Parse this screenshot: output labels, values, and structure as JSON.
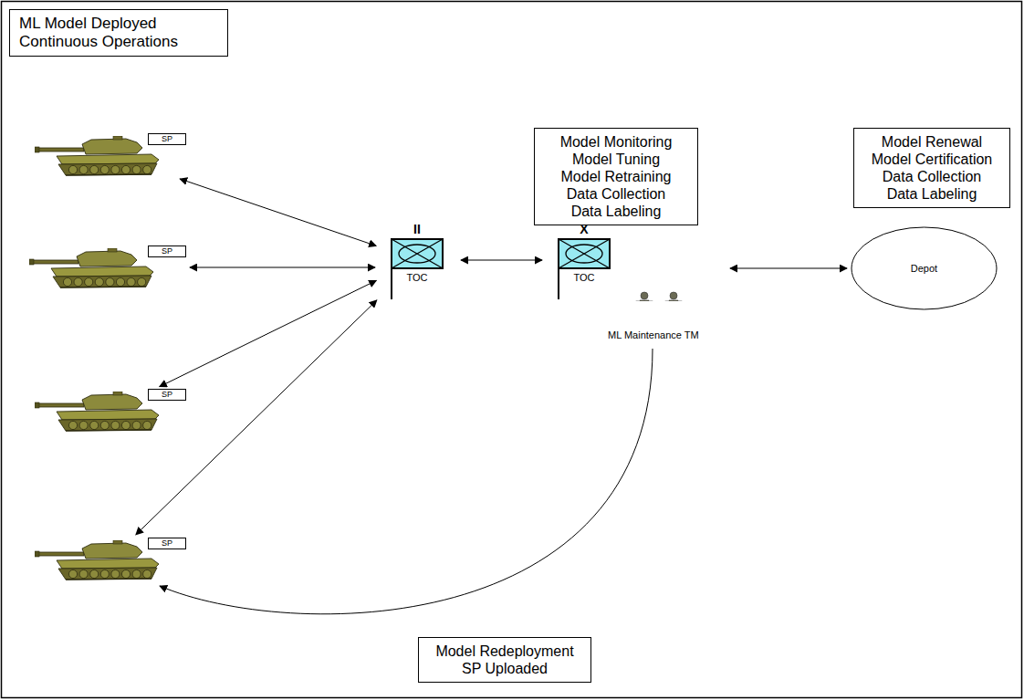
{
  "diagram": {
    "nodes": [
      {
        "text": [
          "ML Model Deployed",
          "Continuous Operations"
        ]
      },
      {
        "text": [
          "SP"
        ]
      },
      {
        "text": [
          "SP"
        ]
      },
      {
        "text": [
          "SP"
        ]
      },
      {
        "text": [
          "SP"
        ]
      },
      {
        "text": [
          "II",
          "TOC"
        ]
      },
      {
        "text": [
          "Model Monitoring",
          "Model Tuning",
          "Model Retraining",
          "Data Collection",
          "Data Labeling"
        ]
      },
      {
        "text": [
          "X",
          "TOC",
          "ML Maintenance TM"
        ]
      },
      {
        "text": [
          "Model Renewal",
          "Model Certification",
          "Data Collection",
          "Data Labeling"
        ]
      },
      {
        "text": [
          "Depot"
        ]
      },
      {
        "text": [
          "Model Redeployment",
          "SP Uploaded"
        ]
      }
    ],
    "edges": [
      {
        "from": 1,
        "to": 5,
        "arrow": "both"
      },
      {
        "from": 2,
        "to": 5,
        "arrow": "both"
      },
      {
        "from": 3,
        "to": 5,
        "arrow": "both"
      },
      {
        "from": 4,
        "to": 5,
        "arrow": "both"
      },
      {
        "from": 5,
        "to": 7,
        "arrow": "both"
      },
      {
        "from": 7,
        "to": 9,
        "arrow": "both"
      },
      {
        "from": 7,
        "to": 4,
        "arrow": "to"
      }
    ]
  }
}
